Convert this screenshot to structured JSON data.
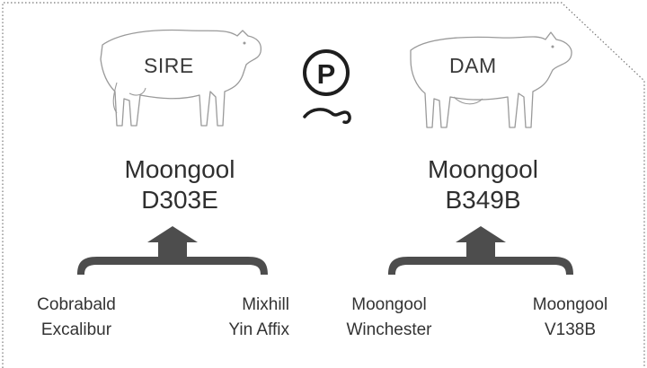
{
  "sire": {
    "label": "SIRE",
    "name_line1": "Moongool",
    "name_line2": "D303E",
    "parents": [
      {
        "line1": "Cobrabald",
        "line2": "Excalibur"
      },
      {
        "line1": "Mixhill",
        "line2": "Yin Affix"
      }
    ]
  },
  "dam": {
    "label": "DAM",
    "name_line1": "Moongool",
    "name_line2": "B349B",
    "parents": [
      {
        "line1": "Moongool",
        "line2": "Winchester"
      },
      {
        "line1": "Moongool",
        "line2": "V138B"
      }
    ]
  },
  "polled_symbol": {
    "letter": "P"
  },
  "colors": {
    "arrow": "#4d4d4d",
    "outline": "#9a9a9a",
    "text": "#333333"
  }
}
